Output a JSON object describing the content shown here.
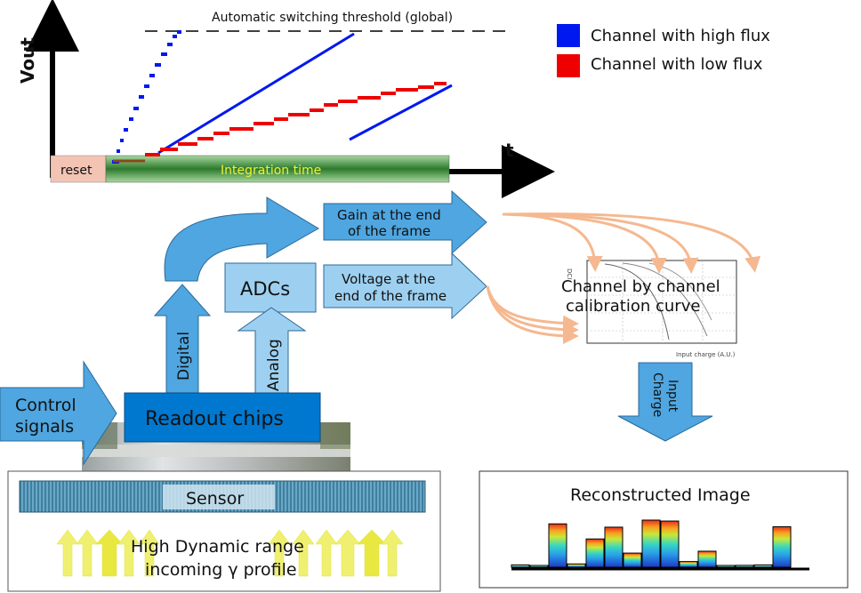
{
  "timing_plot": {
    "y_axis_label": "Vout",
    "x_axis_label": "t",
    "threshold_label": "Automatic switching threshold (global)",
    "reset_label": "reset",
    "integration_label": "Integration time",
    "legend": [
      {
        "label": "Channel with high flux",
        "color": "#0018f0"
      },
      {
        "label": "Channel with low flux",
        "color": "#ee0000"
      }
    ]
  },
  "blocks": {
    "adcs": "ADCs",
    "gain_line1": "Gain at the end",
    "gain_line2": "of the frame",
    "voltage_line1": "Voltage at the",
    "voltage_line2": "end of the frame",
    "digital": "Digital",
    "analog": "Analog",
    "control_line1": "Control",
    "control_line2": "signals",
    "readout": "Readout chips",
    "sensor": "Sensor",
    "profile_line1": "High Dynamic range",
    "profile_line2": "incoming γ profile",
    "calib_line1": "Channel by channel",
    "calib_line2": "calibration curve",
    "input_charge_line1": "Input",
    "input_charge_line2": "Charge",
    "calib_xaxis": "Input charge (A.U.)",
    "calib_ylabel": "DCI",
    "recon_title": "Reconstructed Image"
  },
  "colors": {
    "arrow_fill": "#4fa6e0",
    "box_fill": "#9dd0f0",
    "readout_fill": "#0078d0",
    "reset_fill": "#f0c0b0",
    "integration_fill": "#4a9a40"
  },
  "reconstructed_bars": [
    0.05,
    0.0,
    0.92,
    0.07,
    0.6,
    0.85,
    0.3,
    1.0,
    0.98,
    0.12,
    0.34,
    0.0,
    0.04,
    0.05,
    0.86
  ]
}
